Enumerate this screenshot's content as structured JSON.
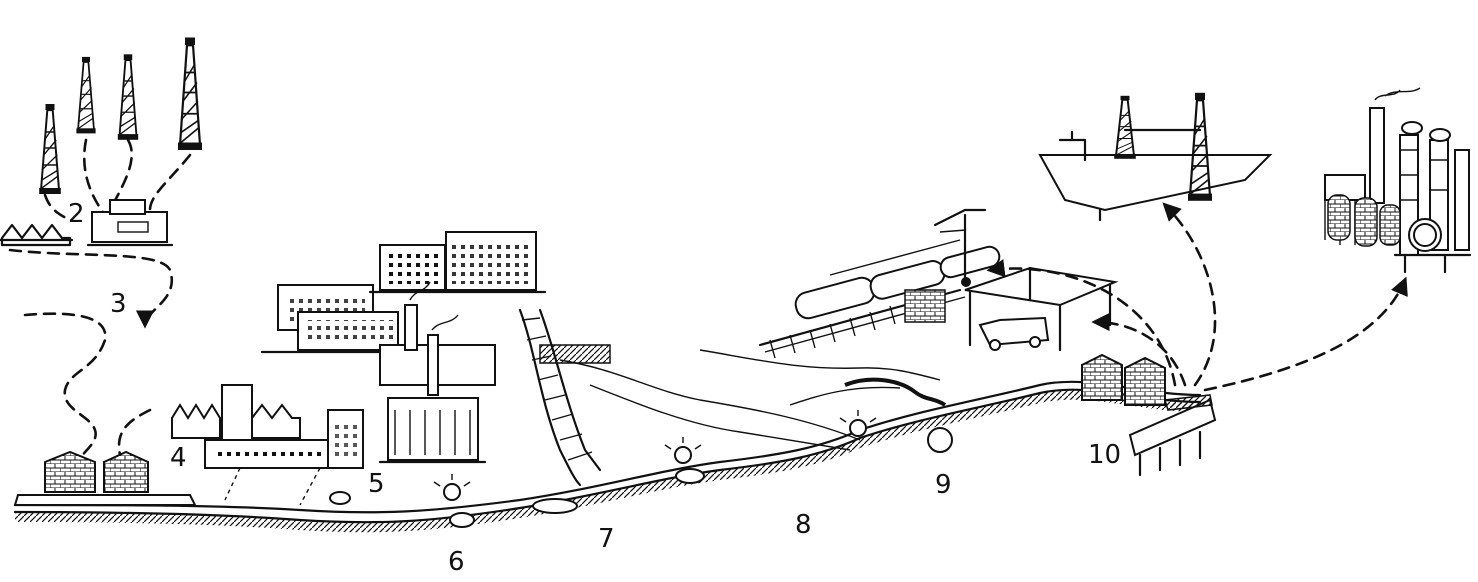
{
  "labels": {
    "n2": "2",
    "n3": "3",
    "n4": "4",
    "n5": "5",
    "n6": "6",
    "n7": "7",
    "n8": "8",
    "n9": "9",
    "n10": "10"
  },
  "colors": {
    "ink": "#111111",
    "background": "#ffffff"
  },
  "icons": [
    "oil-derrick-icon",
    "storage-tank-icon",
    "factory-icon",
    "railway-tank-car-icon",
    "tanker-ship-icon",
    "refinery-icon",
    "pumping-station-icon"
  ]
}
